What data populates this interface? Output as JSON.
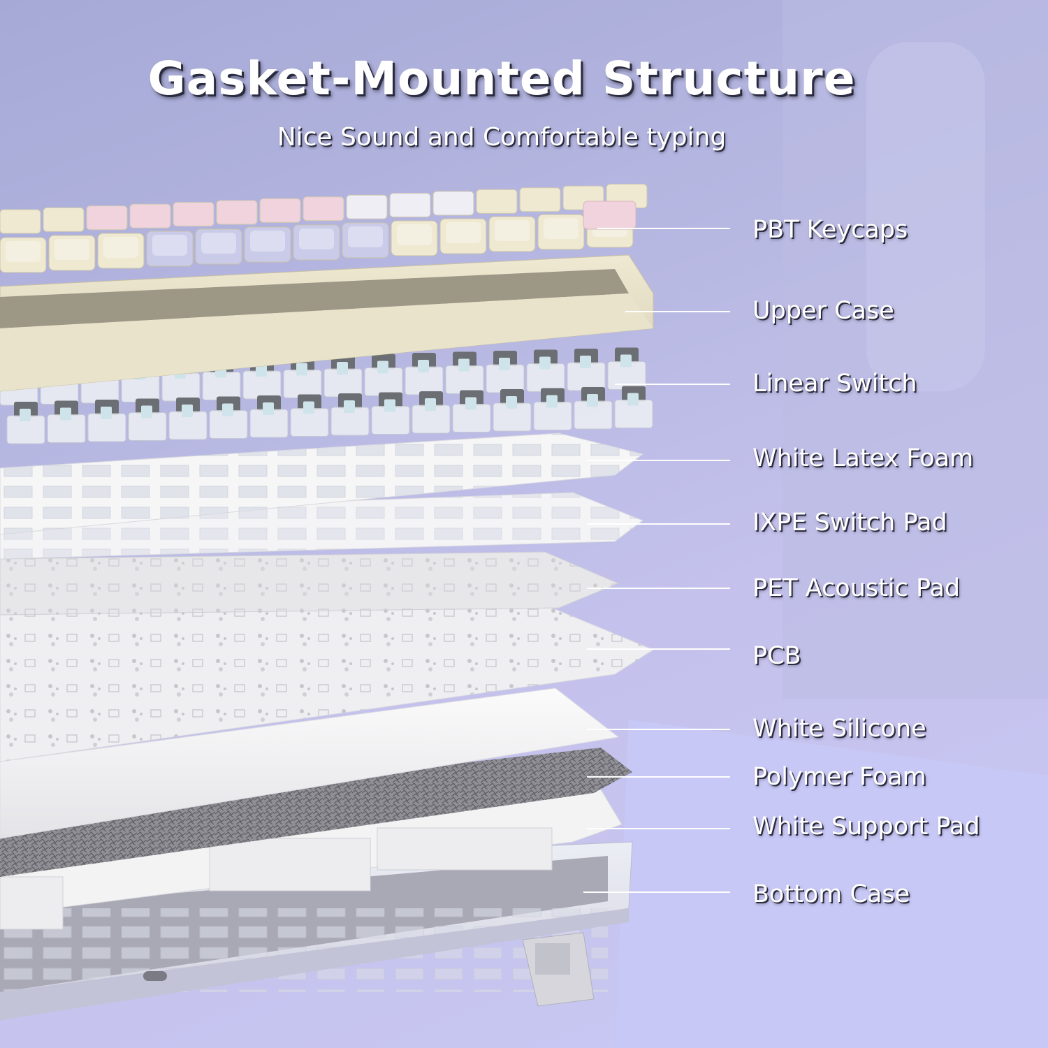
{
  "header": {
    "title": "Gasket-Mounted Structure",
    "subtitle": "Nice Sound and Comfortable typing"
  },
  "layers": [
    {
      "label": "PBT Keycaps"
    },
    {
      "label": "Upper Case"
    },
    {
      "label": "Linear Switch"
    },
    {
      "label": "White Latex Foam"
    },
    {
      "label": "IXPE Switch Pad"
    },
    {
      "label": "PET Acoustic Pad"
    },
    {
      "label": "PCB"
    },
    {
      "label": "White Silicone"
    },
    {
      "label": "Polymer Foam"
    },
    {
      "label": "White Support Pad"
    },
    {
      "label": "Bottom Case"
    }
  ],
  "colors": {
    "background": "#b7b8e2",
    "keycap_cream": "#efe9d2",
    "keycap_lavender": "#c9cbe8",
    "keycap_pink": "#f0d3dc",
    "case_cream": "#e6e0c6",
    "switch_gray": "#6b6e73",
    "foam_white": "#f2f2f2",
    "polymer_foam": "#8c8c90",
    "bottom_case": "#d9d9e4"
  }
}
